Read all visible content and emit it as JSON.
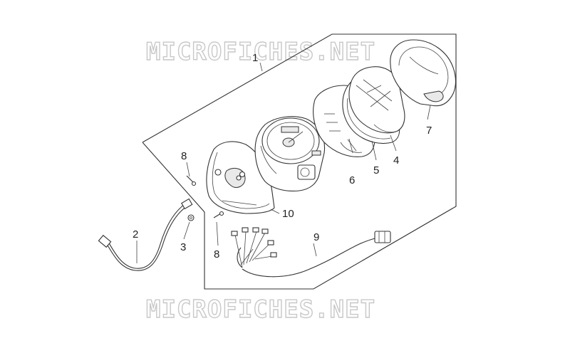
{
  "watermark": {
    "top_text": "MICROFICHES.NET",
    "bottom_text": "MICROFICHES.NET"
  },
  "callouts": [
    {
      "id": "c1",
      "label": "1"
    },
    {
      "id": "c2",
      "label": "2"
    },
    {
      "id": "c3",
      "label": "3"
    },
    {
      "id": "c4",
      "label": "4"
    },
    {
      "id": "c5",
      "label": "5"
    },
    {
      "id": "c6",
      "label": "6"
    },
    {
      "id": "c7",
      "label": "7"
    },
    {
      "id": "c8a",
      "label": "8"
    },
    {
      "id": "c8b",
      "label": "8"
    },
    {
      "id": "c9",
      "label": "9"
    },
    {
      "id": "c10",
      "label": "10"
    }
  ],
  "colors": {
    "line": "#333333",
    "watermark_outline": "#c8c8c8",
    "background": "#ffffff"
  }
}
